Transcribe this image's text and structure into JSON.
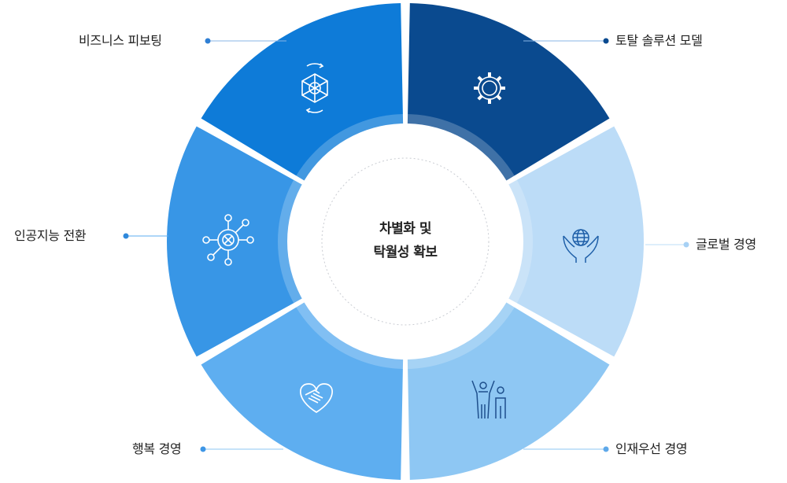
{
  "center": {
    "line1": "차별화 및",
    "line2": "탁월성 확보"
  },
  "segments": [
    {
      "id": "total-solution-model",
      "label": "토탈 솔루션 모델",
      "color": "#0a4a8f",
      "icon": "gear-icon"
    },
    {
      "id": "global-management",
      "label": "글로벌 경영",
      "color": "#bcdcf7",
      "icon": "globe-hands-icon"
    },
    {
      "id": "talent-first-management",
      "label": "인재우선 경영",
      "color": "#8ec7f3",
      "icon": "people-icon"
    },
    {
      "id": "happiness-management",
      "label": "행복 경영",
      "color": "#5eaef0",
      "icon": "heart-handshake-icon"
    },
    {
      "id": "ai-transformation",
      "label": "인공지능 전환",
      "color": "#3896e6",
      "icon": "network-hub-icon"
    },
    {
      "id": "business-pivoting",
      "label": "비즈니스 피보팅",
      "color": "#0e7bd8",
      "icon": "cycle-cube-icon"
    }
  ],
  "connector_color": "#4a90d9"
}
